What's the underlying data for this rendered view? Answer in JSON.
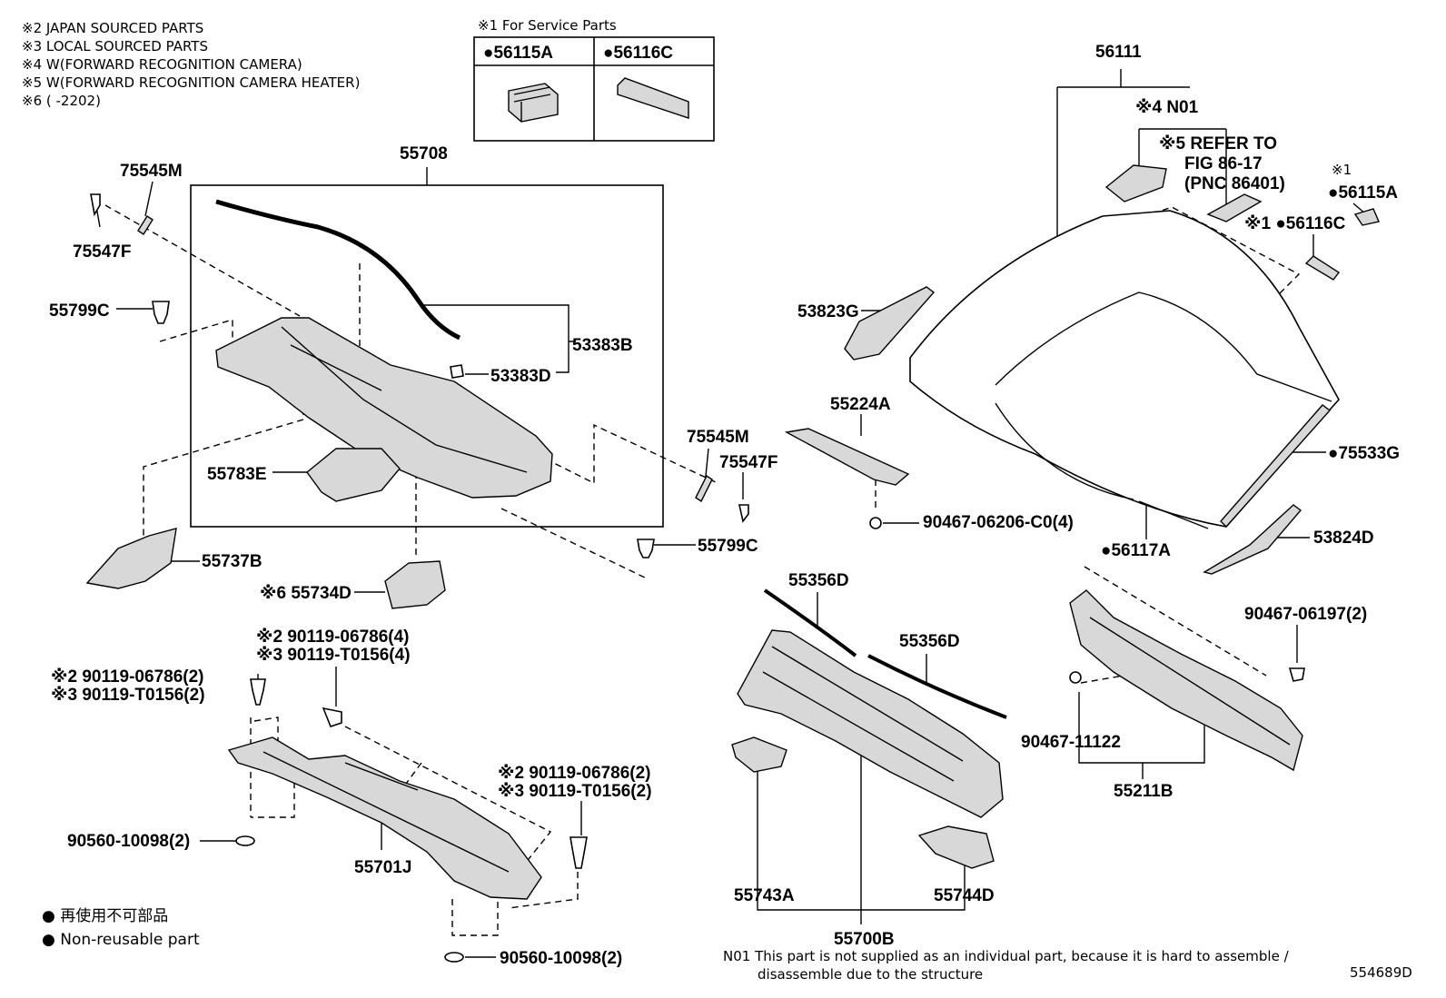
{
  "notes": [
    "※2  JAPAN SOURCED PARTS",
    "※3  LOCAL SOURCED PARTS",
    "※4  W(FORWARD RECOGNITION CAMERA)",
    "※5  W(FORWARD RECOGNITION CAMERA HEATER)",
    "※6 (        -2202)"
  ],
  "service_box": {
    "title": "※1 For Service Parts",
    "left": "●56115A",
    "right": "●56116C"
  },
  "labels": {
    "p56111": "56111",
    "n01": "※4 N01",
    "refer1": "※5 REFER TO",
    "refer2": "FIG 86-17",
    "refer3": "(PNC 86401)",
    "x1a": "※1",
    "p56115a": "●56115A",
    "p56116c": "※1 ●56116C",
    "p55708": "55708",
    "p75545m_a": "75545M",
    "p75547f_a": "75547F",
    "p55799c_a": "55799C",
    "p53383b": "53383B",
    "p53383d": "53383D",
    "p53823g": "53823G",
    "p55224a": "55224A",
    "p75545m_b": "75545M",
    "p75547f_b": "75547F",
    "p55783e": "55783E",
    "p55737b": "55737B",
    "p55799c_b": "55799C",
    "p55734d": "※6 55734D",
    "p90467_06206": "90467-06206-C0(4)",
    "p75533g": "●75533G",
    "p56117a": "●56117A",
    "p53824d": "53824D",
    "p55356d_a": "55356D",
    "p55356d_b": "55356D",
    "p90467_06197": "90467-06197(2)",
    "p90467_11122": "90467-11122",
    "p55211b": "55211B",
    "b1a": "※2 90119-06786(4)",
    "b1b": "※3 90119-T0156(4)",
    "b2a": "※2 90119-06786(2)",
    "b2b": "※3 90119-T0156(2)",
    "b3a": "※2  90119-06786(2)",
    "b3b": "※3  90119-T0156(2)",
    "p90560_a": "90560-10098(2)",
    "p55701j": "55701J",
    "p90560_b": "90560-10098(2)",
    "p55743a": "55743A",
    "p55744d": "55744D",
    "p55700b": "55700B"
  },
  "legend": {
    "jp": "● 再使用不可部品",
    "en": "● Non-reusable part"
  },
  "footnote": {
    "line1": "N01 This part is not supplied as an individual part, because it is hard to assemble /",
    "line2": "disassemble due to the structure"
  },
  "figure_id": "554689D"
}
